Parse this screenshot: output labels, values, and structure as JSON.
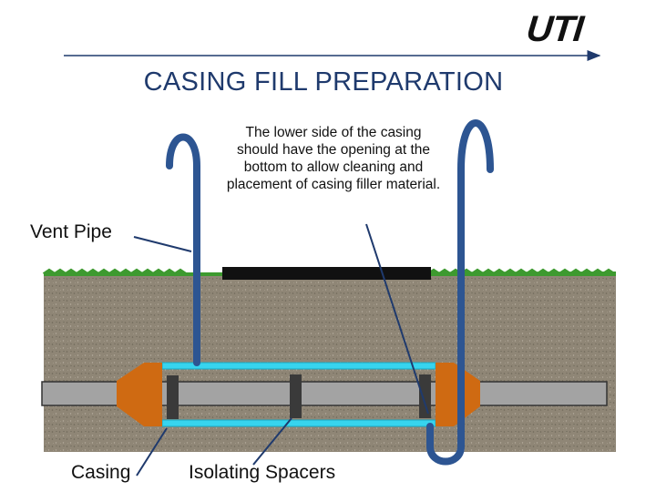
{
  "slide": {
    "title": "CASING FILL PREPARATION",
    "logo_text": "UTI",
    "note": "The lower side of the casing should have the opening at the bottom to allow cleaning and placement of casing filler material.",
    "labels": {
      "vent_pipe": "Vent Pipe",
      "casing": "Casing",
      "isolating_spacers": "Isolating Spacers"
    }
  },
  "colors": {
    "title": "#1f3a6d",
    "vent_pipe": "#2d5592",
    "soil": "#8f8676",
    "grass": "#3d9a2f",
    "casing_wall": "#37d4ee",
    "carrier_pipe": "#a3a3a3",
    "end_seal": "#cf6a12",
    "spacer": "#3a3a3a",
    "road": "#111111"
  }
}
